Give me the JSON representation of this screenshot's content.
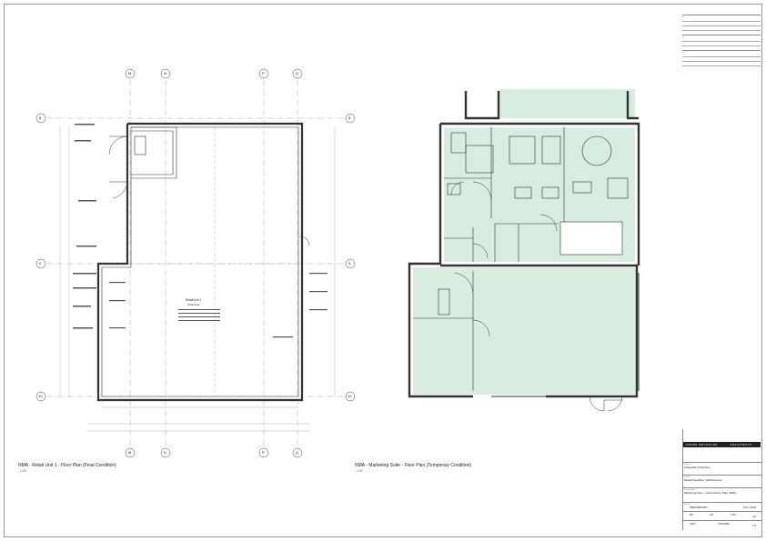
{
  "drawings": {
    "left": {
      "title": "NMA - Retail Unit 1 - Floor Plan (Final Condition)",
      "scale": "1:50",
      "room_label": "Retail Unit 1",
      "room_sub": "Total Area"
    },
    "right": {
      "title": "NMA - Marketing Suite - Floor Plan (Temporary Condition)",
      "scale": "1:50"
    }
  },
  "gridlines": {
    "columns": [
      "M",
      "N",
      "P",
      "Q"
    ],
    "rows": [
      "8",
      "9",
      "10"
    ]
  },
  "title_block": {
    "brand_left": "FRANK REYNOLDS",
    "brand_right": "ARCHITECTS",
    "client_label": "Client",
    "client": "Castlyside Properties",
    "project_label": "Project",
    "project": "Maidenhead/Isle: Walthamstow",
    "drawing_title_label": "Drawing Title",
    "drawing_title": "Marketing Suite - Ground Floor Plan (NMA)",
    "date_label": "Date",
    "date": "JULY 2020",
    "status_label": "Status",
    "status": "PRELIMINARY",
    "scale_label": "Scale",
    "scale": "A1",
    "drawn": "PA",
    "checked": "PA",
    "sheet_scale": "1:50",
    "job_label": "Job No",
    "job_no": "1207",
    "dwg_label": "Drawing No",
    "drawing_no": "P(00)050",
    "rev_label": "Revision",
    "revision": "P1"
  },
  "colors": {
    "fill": "#d8ede0",
    "wall": "#333333",
    "line": "#555555"
  }
}
